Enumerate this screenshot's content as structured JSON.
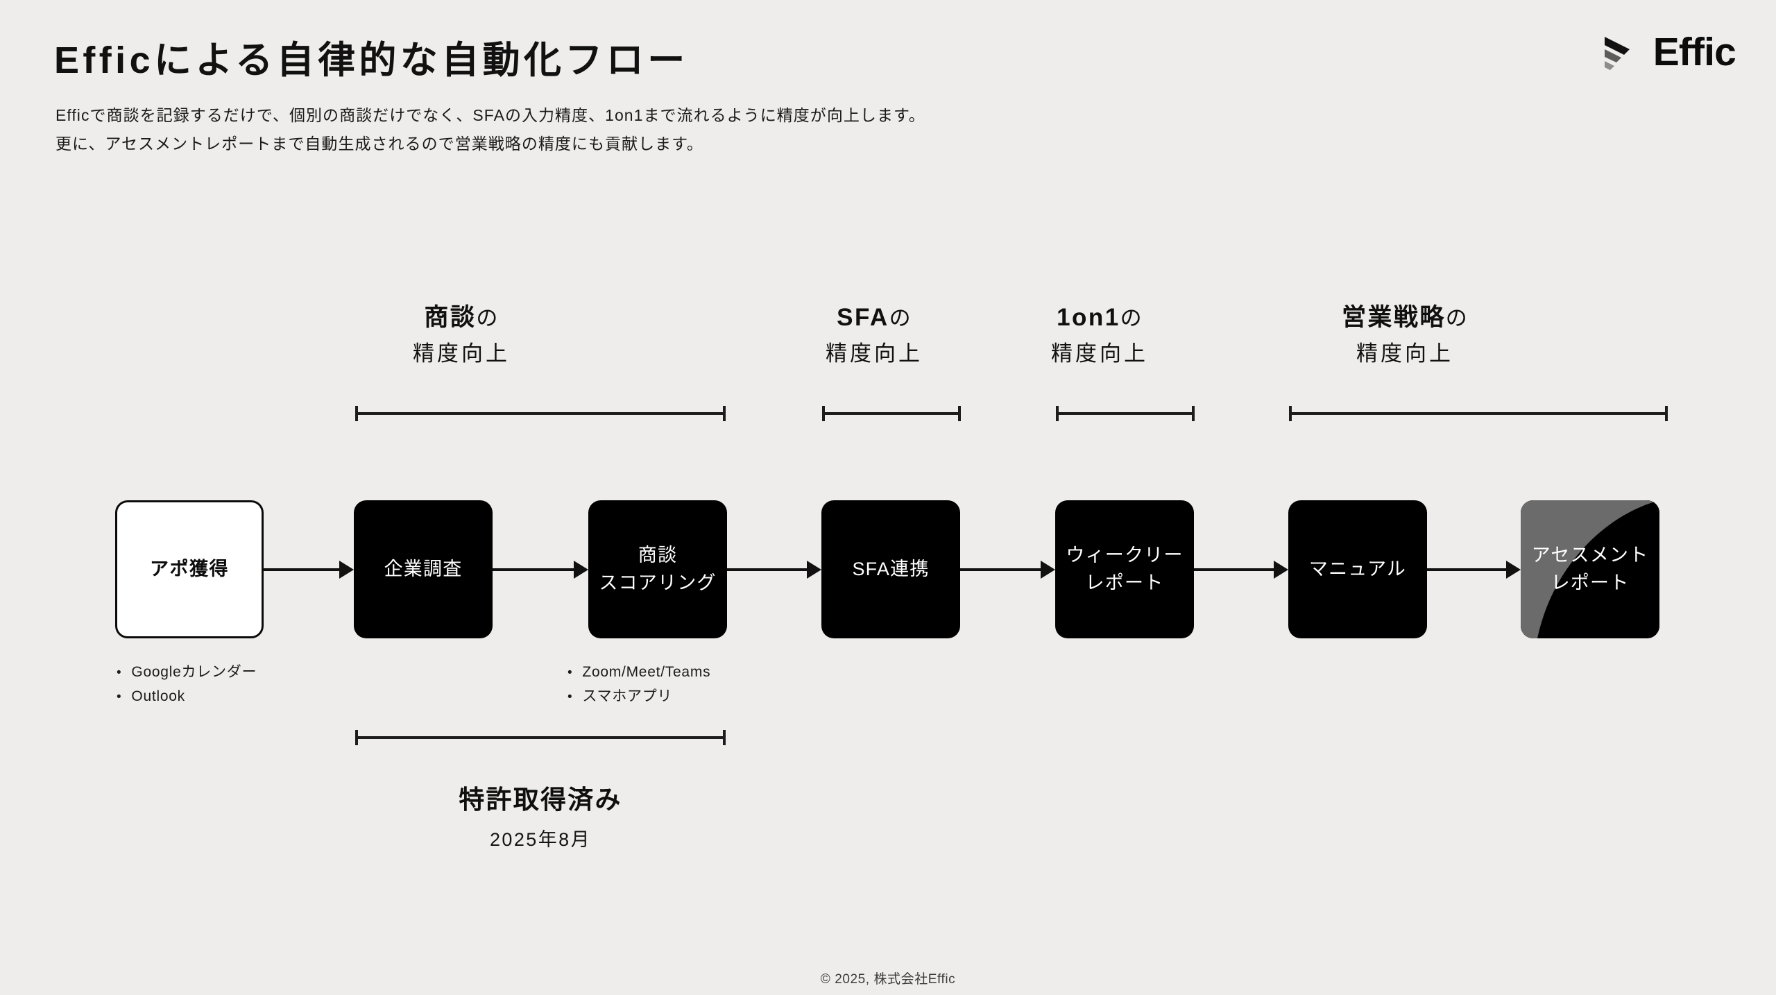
{
  "header": {
    "title": "Efficによる自律的な自動化フロー",
    "subtitle_line1": "Efficで商談を記録するだけで、個別の商談だけでなく、SFAの入力精度、1on1まで流れるように精度が向上します。",
    "subtitle_line2": "更に、アセスメントレポートまで自動生成されるので営業戦略の精度にも貢献します。",
    "logo_text": "Effic"
  },
  "groups": [
    {
      "line1_main": "商談",
      "line1_suffix": "の",
      "line2": "精度向上"
    },
    {
      "line1_main": "SFA",
      "line1_suffix": "の",
      "line2": "精度向上"
    },
    {
      "line1_main": "1on1",
      "line1_suffix": "の",
      "line2": "精度向上"
    },
    {
      "line1_main": "営業戦略",
      "line1_suffix": "の",
      "line2": "精度向上"
    }
  ],
  "flow": {
    "nodes": [
      {
        "label_line1": "アポ獲得",
        "label_line2": "",
        "style": "light"
      },
      {
        "label_line1": "企業調査",
        "label_line2": "",
        "style": "dark"
      },
      {
        "label_line1": "商談",
        "label_line2": "スコアリング",
        "style": "dark"
      },
      {
        "label_line1": "SFA連携",
        "label_line2": "",
        "style": "dark"
      },
      {
        "label_line1": "ウィークリー",
        "label_line2": "レポート",
        "style": "dark"
      },
      {
        "label_line1": "マニュアル",
        "label_line2": "",
        "style": "dark"
      },
      {
        "label_line1": "アセスメント",
        "label_line2": "レポート",
        "style": "swoosh"
      }
    ]
  },
  "bullet_groups": [
    {
      "items": [
        "Googleカレンダー",
        "Outlook"
      ]
    },
    {
      "items": [
        "Zoom/Meet/Teams",
        "スマホアプリ"
      ]
    }
  ],
  "patent": {
    "title": "特許取得済み",
    "date": "2025年8月"
  },
  "footer": {
    "copyright": "© 2025, 株式会社Effic"
  },
  "colors": {
    "background": "#eeedeb",
    "ink": "#111111",
    "node_dark": "#000000",
    "node_light": "#ffffff",
    "swoosh_gray": "#6b6b6b"
  }
}
